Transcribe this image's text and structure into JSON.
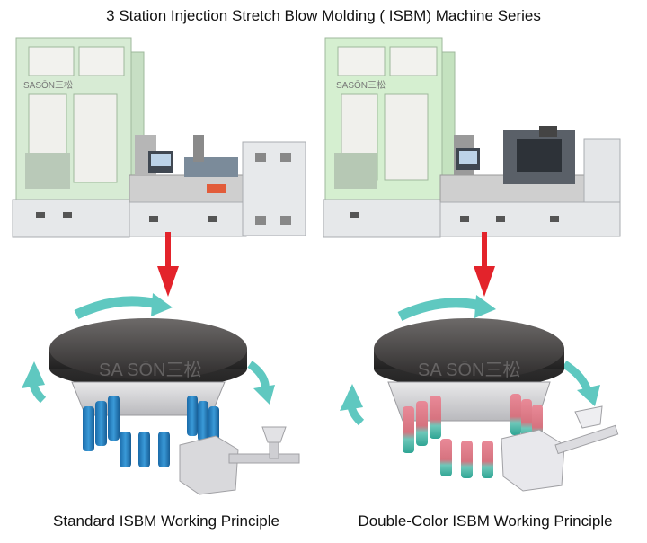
{
  "header": {
    "title": "3 Station Injection Stretch Blow Molding ( ISBM) Machine Series"
  },
  "machines": {
    "left": {
      "brand_label": "SASŌN三松",
      "panel_color": "#d8ecd6"
    },
    "right": {
      "brand_label": "SASŌN三松",
      "panel_color": "#d6f0d2"
    }
  },
  "diagrams": {
    "left": {
      "watermark": "SA SŌN三松",
      "caption": "Standard ISBM Working Principle",
      "preform_color": "#1f7fc2"
    },
    "right": {
      "watermark": "SA SŌN三松",
      "caption": "Double-Color ISBM Working Principle",
      "preform_color_top": "#e06a7a",
      "preform_color_bottom": "#3fb7a6"
    }
  },
  "colors": {
    "arrow_red": "#e3232b",
    "rotation_teal": "#5fc8c0"
  }
}
